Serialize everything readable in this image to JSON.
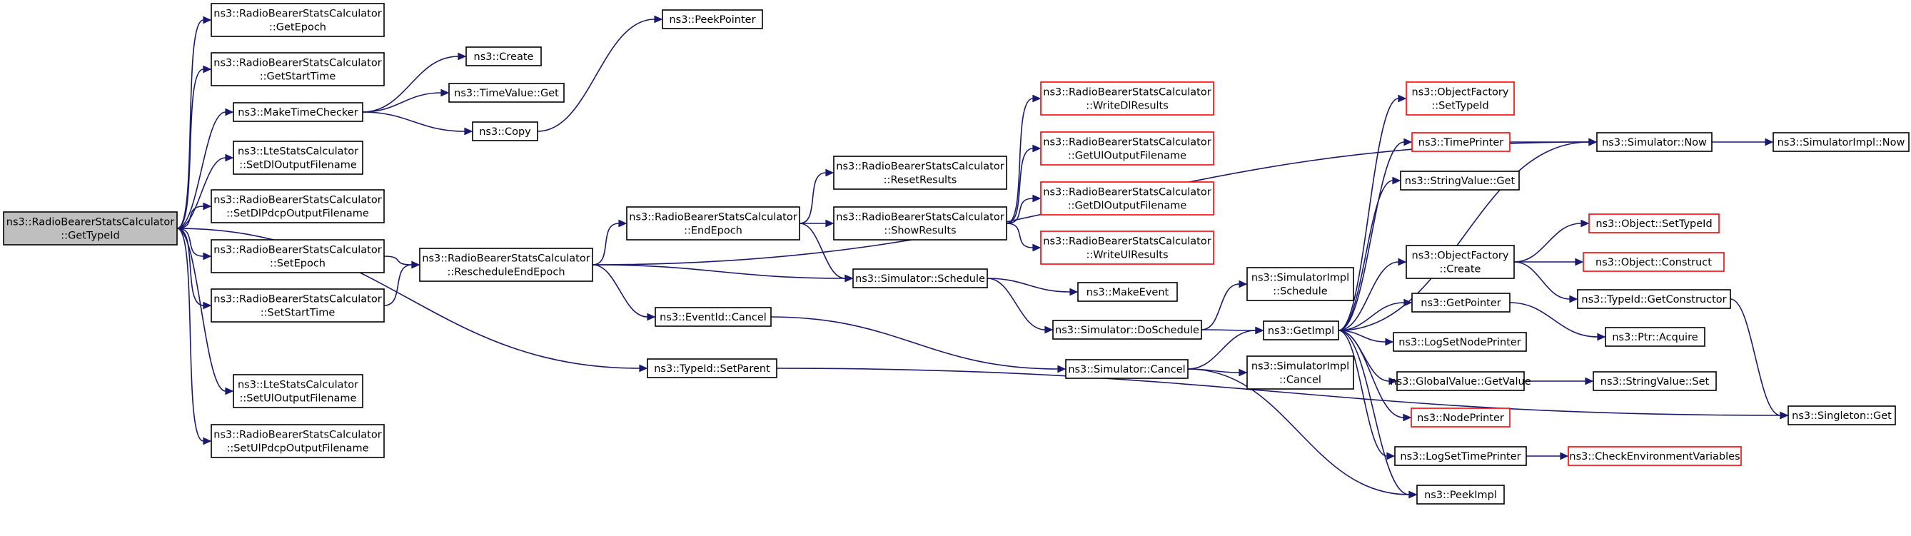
{
  "colors": {
    "edge": "#191970",
    "normal_fill": "#ffffff",
    "normal_border": "#000000",
    "focus_fill": "#bfbfbf",
    "focus_border": "#000000",
    "truncated_border": "#ff0000"
  },
  "nodes": [
    {
      "id": "gettypeid",
      "lines": [
        "ns3::RadioBearerStatsCalculator",
        "::GetTypeId"
      ],
      "style": "focus"
    },
    {
      "id": "getepoch",
      "lines": [
        "ns3::RadioBearerStatsCalculator",
        "::GetEpoch"
      ],
      "style": "normal"
    },
    {
      "id": "getstarttime",
      "lines": [
        "ns3::RadioBearerStatsCalculator",
        "::GetStartTime"
      ],
      "style": "normal"
    },
    {
      "id": "maketimechecker",
      "lines": [
        "ns3::MakeTimeChecker"
      ],
      "style": "normal"
    },
    {
      "id": "ltesetdl",
      "lines": [
        "ns3::LteStatsCalculator",
        "::SetDlOutputFilename"
      ],
      "style": "normal"
    },
    {
      "id": "setdlpdcp",
      "lines": [
        "ns3::RadioBearerStatsCalculator",
        "::SetDlPdcpOutputFilename"
      ],
      "style": "normal"
    },
    {
      "id": "setepoch",
      "lines": [
        "ns3::RadioBearerStatsCalculator",
        "::SetEpoch"
      ],
      "style": "normal"
    },
    {
      "id": "setstarttime",
      "lines": [
        "ns3::RadioBearerStatsCalculator",
        "::SetStartTime"
      ],
      "style": "normal"
    },
    {
      "id": "ltesetul",
      "lines": [
        "ns3::LteStatsCalculator",
        "::SetUlOutputFilename"
      ],
      "style": "normal"
    },
    {
      "id": "setulpdcp",
      "lines": [
        "ns3::RadioBearerStatsCalculator",
        "::SetUlPdcpOutputFilename"
      ],
      "style": "normal"
    },
    {
      "id": "create",
      "lines": [
        "ns3::Create"
      ],
      "style": "normal"
    },
    {
      "id": "timevalueget",
      "lines": [
        "ns3::TimeValue::Get"
      ],
      "style": "normal"
    },
    {
      "id": "copy",
      "lines": [
        "ns3::Copy"
      ],
      "style": "normal"
    },
    {
      "id": "peekpointer",
      "lines": [
        "ns3::PeekPointer"
      ],
      "style": "normal"
    },
    {
      "id": "reschedule",
      "lines": [
        "ns3::RadioBearerStatsCalculator",
        "::RescheduleEndEpoch"
      ],
      "style": "normal"
    },
    {
      "id": "typeidsetparent",
      "lines": [
        "ns3::TypeId::SetParent"
      ],
      "style": "normal"
    },
    {
      "id": "endepoch",
      "lines": [
        "ns3::RadioBearerStatsCalculator",
        "::EndEpoch"
      ],
      "style": "normal"
    },
    {
      "id": "eventidcancel",
      "lines": [
        "ns3::EventId::Cancel"
      ],
      "style": "normal"
    },
    {
      "id": "resetresults",
      "lines": [
        "ns3::RadioBearerStatsCalculator",
        "::ResetResults"
      ],
      "style": "normal"
    },
    {
      "id": "showresults",
      "lines": [
        "ns3::RadioBearerStatsCalculator",
        "::ShowResults"
      ],
      "style": "normal"
    },
    {
      "id": "simschedule",
      "lines": [
        "ns3::Simulator::Schedule"
      ],
      "style": "normal"
    },
    {
      "id": "writedl",
      "lines": [
        "ns3::RadioBearerStatsCalculator",
        "::WriteDlResults"
      ],
      "style": "truncated"
    },
    {
      "id": "getulout",
      "lines": [
        "ns3::RadioBearerStatsCalculator",
        "::GetUlOutputFilename"
      ],
      "style": "truncated"
    },
    {
      "id": "getdlout",
      "lines": [
        "ns3::RadioBearerStatsCalculator",
        "::GetDlOutputFilename"
      ],
      "style": "truncated"
    },
    {
      "id": "writeul",
      "lines": [
        "ns3::RadioBearerStatsCalculator",
        "::WriteUlResults"
      ],
      "style": "truncated"
    },
    {
      "id": "makeevent",
      "lines": [
        "ns3::MakeEvent"
      ],
      "style": "normal"
    },
    {
      "id": "doschedule",
      "lines": [
        "ns3::Simulator::DoSchedule"
      ],
      "style": "normal"
    },
    {
      "id": "simcancel",
      "lines": [
        "ns3::Simulator::Cancel"
      ],
      "style": "normal"
    },
    {
      "id": "simimplschedule",
      "lines": [
        "ns3::SimulatorImpl",
        "::Schedule"
      ],
      "style": "normal"
    },
    {
      "id": "simimplcancel",
      "lines": [
        "ns3::SimulatorImpl",
        "::Cancel"
      ],
      "style": "normal"
    },
    {
      "id": "getimpl",
      "lines": [
        "ns3::GetImpl"
      ],
      "style": "normal"
    },
    {
      "id": "ofsettypeid",
      "lines": [
        "ns3::ObjectFactory",
        "::SetTypeId"
      ],
      "style": "truncated"
    },
    {
      "id": "timeprinter",
      "lines": [
        "ns3::TimePrinter"
      ],
      "style": "truncated"
    },
    {
      "id": "stringvalueget",
      "lines": [
        "ns3::StringValue::Get"
      ],
      "style": "normal"
    },
    {
      "id": "ofcreate",
      "lines": [
        "ns3::ObjectFactory",
        "::Create"
      ],
      "style": "normal"
    },
    {
      "id": "getpointer",
      "lines": [
        "ns3::GetPointer"
      ],
      "style": "normal"
    },
    {
      "id": "logsetnodeprinter",
      "lines": [
        "ns3::LogSetNodePrinter"
      ],
      "style": "normal"
    },
    {
      "id": "globalvalue",
      "lines": [
        "ns3::GlobalValue::GetValue"
      ],
      "style": "normal"
    },
    {
      "id": "nodeprinter",
      "lines": [
        "ns3::NodePrinter"
      ],
      "style": "truncated"
    },
    {
      "id": "logsettimeprinter",
      "lines": [
        "ns3::LogSetTimePrinter"
      ],
      "style": "normal"
    },
    {
      "id": "peekimpl",
      "lines": [
        "ns3::PeekImpl"
      ],
      "style": "normal"
    },
    {
      "id": "simnow",
      "lines": [
        "ns3::Simulator::Now"
      ],
      "style": "normal"
    },
    {
      "id": "simimplnow",
      "lines": [
        "ns3::SimulatorImpl::Now"
      ],
      "style": "normal"
    },
    {
      "id": "objsettypeid",
      "lines": [
        "ns3::Object::SetTypeId"
      ],
      "style": "truncated"
    },
    {
      "id": "objconstruct",
      "lines": [
        "ns3::Object::Construct"
      ],
      "style": "truncated"
    },
    {
      "id": "getconstructor",
      "lines": [
        "ns3::TypeId::GetConstructor"
      ],
      "style": "normal"
    },
    {
      "id": "ptracquire",
      "lines": [
        "ns3::Ptr::Acquire"
      ],
      "style": "normal"
    },
    {
      "id": "stringvalueset",
      "lines": [
        "ns3::StringValue::Set"
      ],
      "style": "normal"
    },
    {
      "id": "checkenv",
      "lines": [
        "ns3::CheckEnvironmentVariables"
      ],
      "style": "truncated"
    },
    {
      "id": "singletonget",
      "lines": [
        "ns3::Singleton::Get"
      ],
      "style": "normal"
    }
  ],
  "edges": [
    [
      "gettypeid",
      "getepoch"
    ],
    [
      "gettypeid",
      "getstarttime"
    ],
    [
      "gettypeid",
      "maketimechecker"
    ],
    [
      "gettypeid",
      "ltesetdl"
    ],
    [
      "gettypeid",
      "setdlpdcp"
    ],
    [
      "gettypeid",
      "setepoch"
    ],
    [
      "gettypeid",
      "setstarttime"
    ],
    [
      "gettypeid",
      "ltesetul"
    ],
    [
      "gettypeid",
      "setulpdcp"
    ],
    [
      "gettypeid",
      "typeidsetparent"
    ],
    [
      "maketimechecker",
      "create"
    ],
    [
      "maketimechecker",
      "timevalueget"
    ],
    [
      "maketimechecker",
      "copy"
    ],
    [
      "copy",
      "peekpointer"
    ],
    [
      "setepoch",
      "reschedule"
    ],
    [
      "setstarttime",
      "reschedule"
    ],
    [
      "reschedule",
      "endepoch"
    ],
    [
      "reschedule",
      "eventidcancel"
    ],
    [
      "reschedule",
      "simschedule"
    ],
    [
      "reschedule",
      "simnow"
    ],
    [
      "endepoch",
      "resetresults"
    ],
    [
      "endepoch",
      "showresults"
    ],
    [
      "endepoch",
      "simschedule"
    ],
    [
      "showresults",
      "writedl"
    ],
    [
      "showresults",
      "getulout"
    ],
    [
      "showresults",
      "getdlout"
    ],
    [
      "showresults",
      "writeul"
    ],
    [
      "simschedule",
      "makeevent"
    ],
    [
      "simschedule",
      "doschedule"
    ],
    [
      "eventidcancel",
      "simcancel"
    ],
    [
      "doschedule",
      "simimplschedule"
    ],
    [
      "doschedule",
      "getimpl"
    ],
    [
      "simcancel",
      "getimpl"
    ],
    [
      "simcancel",
      "simimplcancel"
    ],
    [
      "simcancel",
      "peekimpl"
    ],
    [
      "typeidsetparent",
      "singletonget"
    ],
    [
      "getimpl",
      "ofsettypeid"
    ],
    [
      "getimpl",
      "timeprinter"
    ],
    [
      "getimpl",
      "simnow"
    ],
    [
      "getimpl",
      "stringvalueget"
    ],
    [
      "getimpl",
      "ofcreate"
    ],
    [
      "getimpl",
      "getpointer"
    ],
    [
      "getimpl",
      "logsetnodeprinter"
    ],
    [
      "getimpl",
      "globalvalue"
    ],
    [
      "getimpl",
      "nodeprinter"
    ],
    [
      "getimpl",
      "logsettimeprinter"
    ],
    [
      "getimpl",
      "peekimpl"
    ],
    [
      "timeprinter",
      "simnow"
    ],
    [
      "simnow",
      "simimplnow"
    ],
    [
      "ofcreate",
      "objsettypeid"
    ],
    [
      "ofcreate",
      "objconstruct"
    ],
    [
      "ofcreate",
      "getconstructor"
    ],
    [
      "getpointer",
      "ptracquire"
    ],
    [
      "globalvalue",
      "stringvalueset"
    ],
    [
      "logsettimeprinter",
      "checkenv"
    ],
    [
      "getconstructor",
      "singletonget"
    ]
  ]
}
